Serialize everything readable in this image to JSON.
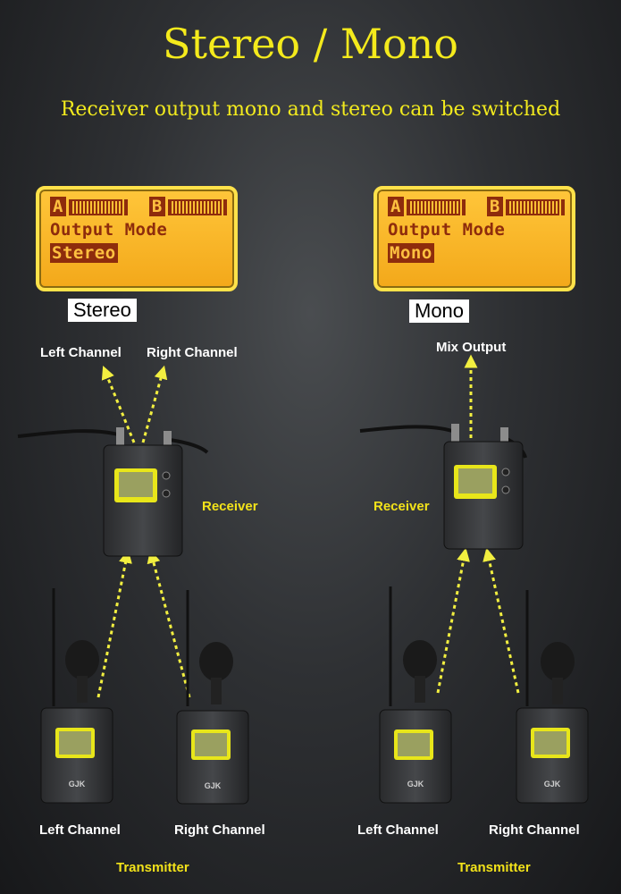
{
  "title": "Stereo / Mono",
  "subtitle": "Receiver output mono and stereo can be switched",
  "stereo": {
    "lcd": {
      "a": "A",
      "b": "B",
      "line1": "Output Mode",
      "line2": "Stereo"
    },
    "mode_label": "Stereo",
    "out_left": "Left Channel",
    "out_right": "Right Channel",
    "receiver": "Receiver",
    "tx_left": "Left Channel",
    "tx_right": "Right Channel",
    "transmitter": "Transmitter"
  },
  "mono": {
    "lcd": {
      "a": "A",
      "b": "B",
      "line1": "Output Mode",
      "line2": "Mono"
    },
    "mode_label": "Mono",
    "out_mix": "Mix Output",
    "receiver": "Receiver",
    "tx_left": "Left Channel",
    "tx_right": "Right Channel",
    "transmitter": "Transmitter"
  },
  "device_brand": "GJK",
  "colors": {
    "accent": "#f4ea1c",
    "lcd": "#f7b52a",
    "arrow": "#f2ef40"
  }
}
